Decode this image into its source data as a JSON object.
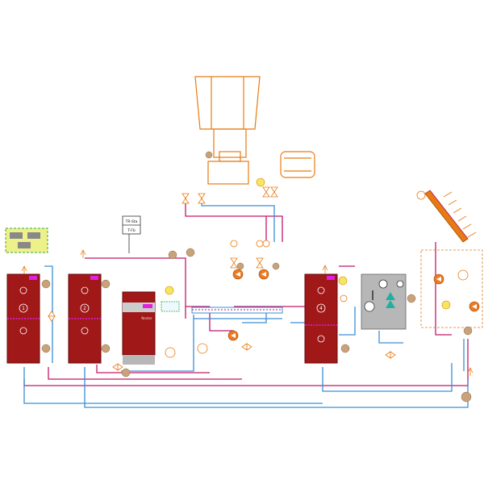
{
  "diagram": {
    "title": "",
    "colors": {
      "supply": "#c2186b",
      "return": "#3a8fd6",
      "equipment": "#e87a12",
      "storage_fill": "#a01818",
      "storage_stroke": "#6a0a0a",
      "sensor": "#c9a27a",
      "pump": "#ee7a22",
      "control_panel": "#eef08a",
      "control_border": "#3aa63a",
      "station": "#b7b7b7",
      "heat_exchanger": "#20b0a0",
      "magenta_tag": "#e020e0",
      "solar": "#e87a12"
    },
    "tanks": [
      {
        "number": "1"
      },
      {
        "number": "2"
      },
      {
        "number": "4"
      }
    ],
    "control_unit": {
      "text_top": "TR-Sta",
      "text_bottom": "T-Fb"
    },
    "boiler": {
      "label": "Nestor"
    }
  }
}
